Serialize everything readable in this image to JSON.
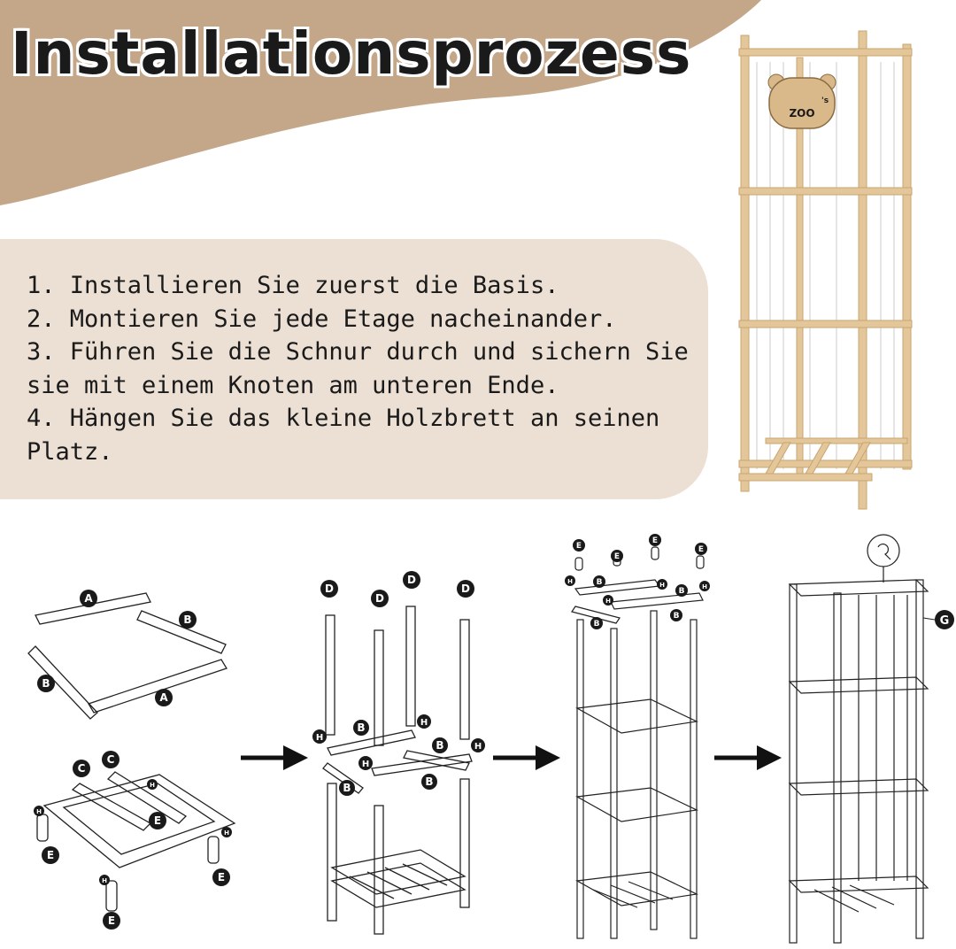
{
  "title": "Installationsprozess",
  "steps": [
    "1. Installieren Sie zuerst die Basis.",
    "2. Montieren Sie jede Etage nacheinander.",
    "3. Führen Sie die Schnur durch und sichern Sie",
    "sie mit einem Knoten am unteren Ende.",
    "4. Hängen Sie das kleine Holzbrett an seinen",
    "Platz."
  ],
  "sign": {
    "label": "ZOO",
    "suffix": "'s"
  },
  "parts": {
    "A": "A",
    "B": "B",
    "C": "C",
    "D": "D",
    "E": "E",
    "G": "G",
    "H": "H"
  },
  "colors": {
    "wave": "#c4a789",
    "panel": "#ece0d4",
    "wood": "#e3c79b",
    "wood_dark": "#c9a46e",
    "line": "#222222"
  }
}
